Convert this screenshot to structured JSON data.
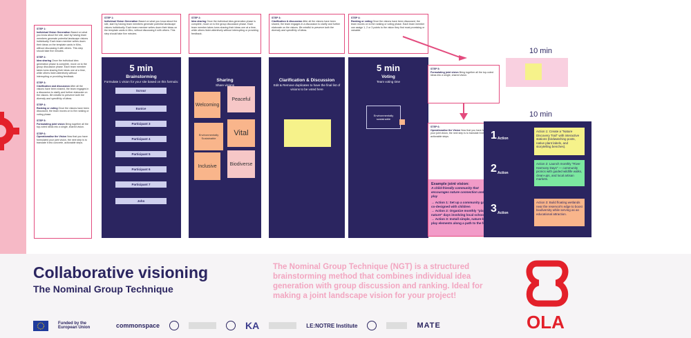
{
  "poster": {
    "title": "Collaborative visioning",
    "subtitle": "The Nominal Group Technique",
    "description": "The Nominal Group Technique (NGT) is a structured brainstorming method that combines individual idea generation with group discussion and ranking. Ideal for making a joint landscape vision for your project!"
  },
  "overview_panel": {
    "step1_h": "STEP 1:",
    "step1_t": "Individual Vision Generation",
    "step1_body": "Based on what you know about the site, start by having team members generate potential landscape visions individually. Each team member writes down their ideas on the template cards in Miro, without discussing it with others. This step should take five minutes.",
    "step2_h": "STEP 2:",
    "step2_t": "Idea sharing",
    "step2_body": "Once the individual idea generation phase is complete, move on to the group discussion phase. Each team member takes turns sharing their ideas one at a time, while others listen attentively without interrupting or providing feedback.",
    "step3_h": "STEP 3:",
    "step3_t": "Clarification and discussion",
    "step3_body": "After all the visions have been shared, the team engages in a discussion to clarify and further elaborate on the visions.",
    "step3_hint": "Be mindful to preserve both the diversity and specificity of ideas.",
    "step4_h": "STEP 4:",
    "step4_t": "Ranking or voting",
    "step4_body": "Once the visions have been discussed, the team moves on to the ranking or voting phase.",
    "step5_h": "STEP 5:",
    "step5_t": "Formulating joint vision",
    "step5_body": "Bring together all the top-voted ideas into a single, shared vision.",
    "step6_h": "STEP 6:",
    "step6_t": "Operationalise the Vision",
    "step6_body": "Now that you have formulated your joint vision, the next step is to translate it into concrete, actionable steps."
  },
  "columns": [
    {
      "time": "5 min",
      "title": "Brainstorming",
      "sub": "Formulate 1 vision for your site based on this formula:"
    },
    {
      "time": "",
      "title": "Sharing",
      "sub": "Share visions"
    },
    {
      "time": "",
      "title": "Clarification & Discussion",
      "sub": "Edit & Remove duplicates to have the final list of visions to be voted here"
    },
    {
      "time": "5 min",
      "title": "Voting",
      "sub": "Team voting time"
    }
  ],
  "panels": [
    {
      "h": "STEP 1:",
      "t": "Individual Vision Generation",
      "body": "Based on what you know about the site, start by having team members generate potential landscape visions individually. Each team member writes down their ideas on the template cards in Miro, without discussing it with others. This step should take five minutes."
    },
    {
      "h": "STEP 2:",
      "t": "Idea sharing",
      "body": "Once the individual idea generation phase is complete, move on to the group discussion phase. Each team member takes turns sharing their ideas one at a time, while others listen attentively without interrupting or providing feedback."
    },
    {
      "h": "STEP 3:",
      "t": "Clarification & discussion",
      "body": "After all the visions have been shared, the team engages in a discussion to clarify and further elaborate on the visions.",
      "hint": "Be mindful to preserve both the diversity and specificity of ideas."
    },
    {
      "h": "STEP 4:",
      "t": "Ranking or voting",
      "body": "Once the visions have been discussed, the team moves on to the ranking or voting phase. Each team member can assign 1, 2 or 3 points to the vision they find most promising or valuable."
    }
  ],
  "participants": [
    "Scrour",
    "Eunice",
    "Participant 3",
    "Participant 4",
    "Participant 5",
    "Participant 6",
    "Participant 7",
    "John"
  ],
  "sharing_stickies": [
    "Welcoming",
    "Peaceful",
    "Environmentally Sustainable",
    "Vital",
    "Inclusive",
    "Biodiverse"
  ],
  "voting_card": "Environmentally sustainable",
  "step5_panel": {
    "h": "STEP 5:",
    "t": "Formulating joint vision",
    "body": "Bring together all the top-voted ideas into a single, shared vision."
  },
  "step6_panel": {
    "h": "STEP 6:",
    "t": "Operationalise the Vision",
    "body": "Now that you have formulated your joint vision, the next step is to translate it into concrete, actionable steps.",
    "example_h": "Example joint vision:",
    "example": "A child-friendly community that encourages nature connection and active play",
    "a1": "→ Action 1: Set up a community garden co-designed with children",
    "a2": "→ Action 2: Organize monthly \"play in nature\" days involving local schools",
    "a3": "→ Action 3: Install simple, nature-based play elements along a path to the forest"
  },
  "ten_min": "10 min",
  "actions": [
    {
      "num": "1",
      "label": "Action",
      "text": "Action 1: Create a \"Nature Discovery Trail\" with interactive stations (birdwatching posts, native plant labels, and storytelling benches)."
    },
    {
      "num": "2",
      "label": "Action",
      "text": "Action 2: Launch monthly \"River Harmony Days\" — community picnics with guided wildlife walks, clean-ups, and local artisan markets."
    },
    {
      "num": "3",
      "label": "Action",
      "text": "Action 3: Build floating wetlands near the reservoir's edge to boost biodiversity while serving as an educational attraction."
    }
  ],
  "logos": [
    "Funded by the European Union",
    "commonspace",
    "LE:NOTRE Institute"
  ],
  "ola": "OLA",
  "colors": {
    "navy": "#2b2560",
    "pink": "#e34b7e",
    "yellow": "#f6f28a",
    "peach": "#f9b58b",
    "green": "#7ce8a0",
    "lilac": "#cfd0ee"
  }
}
